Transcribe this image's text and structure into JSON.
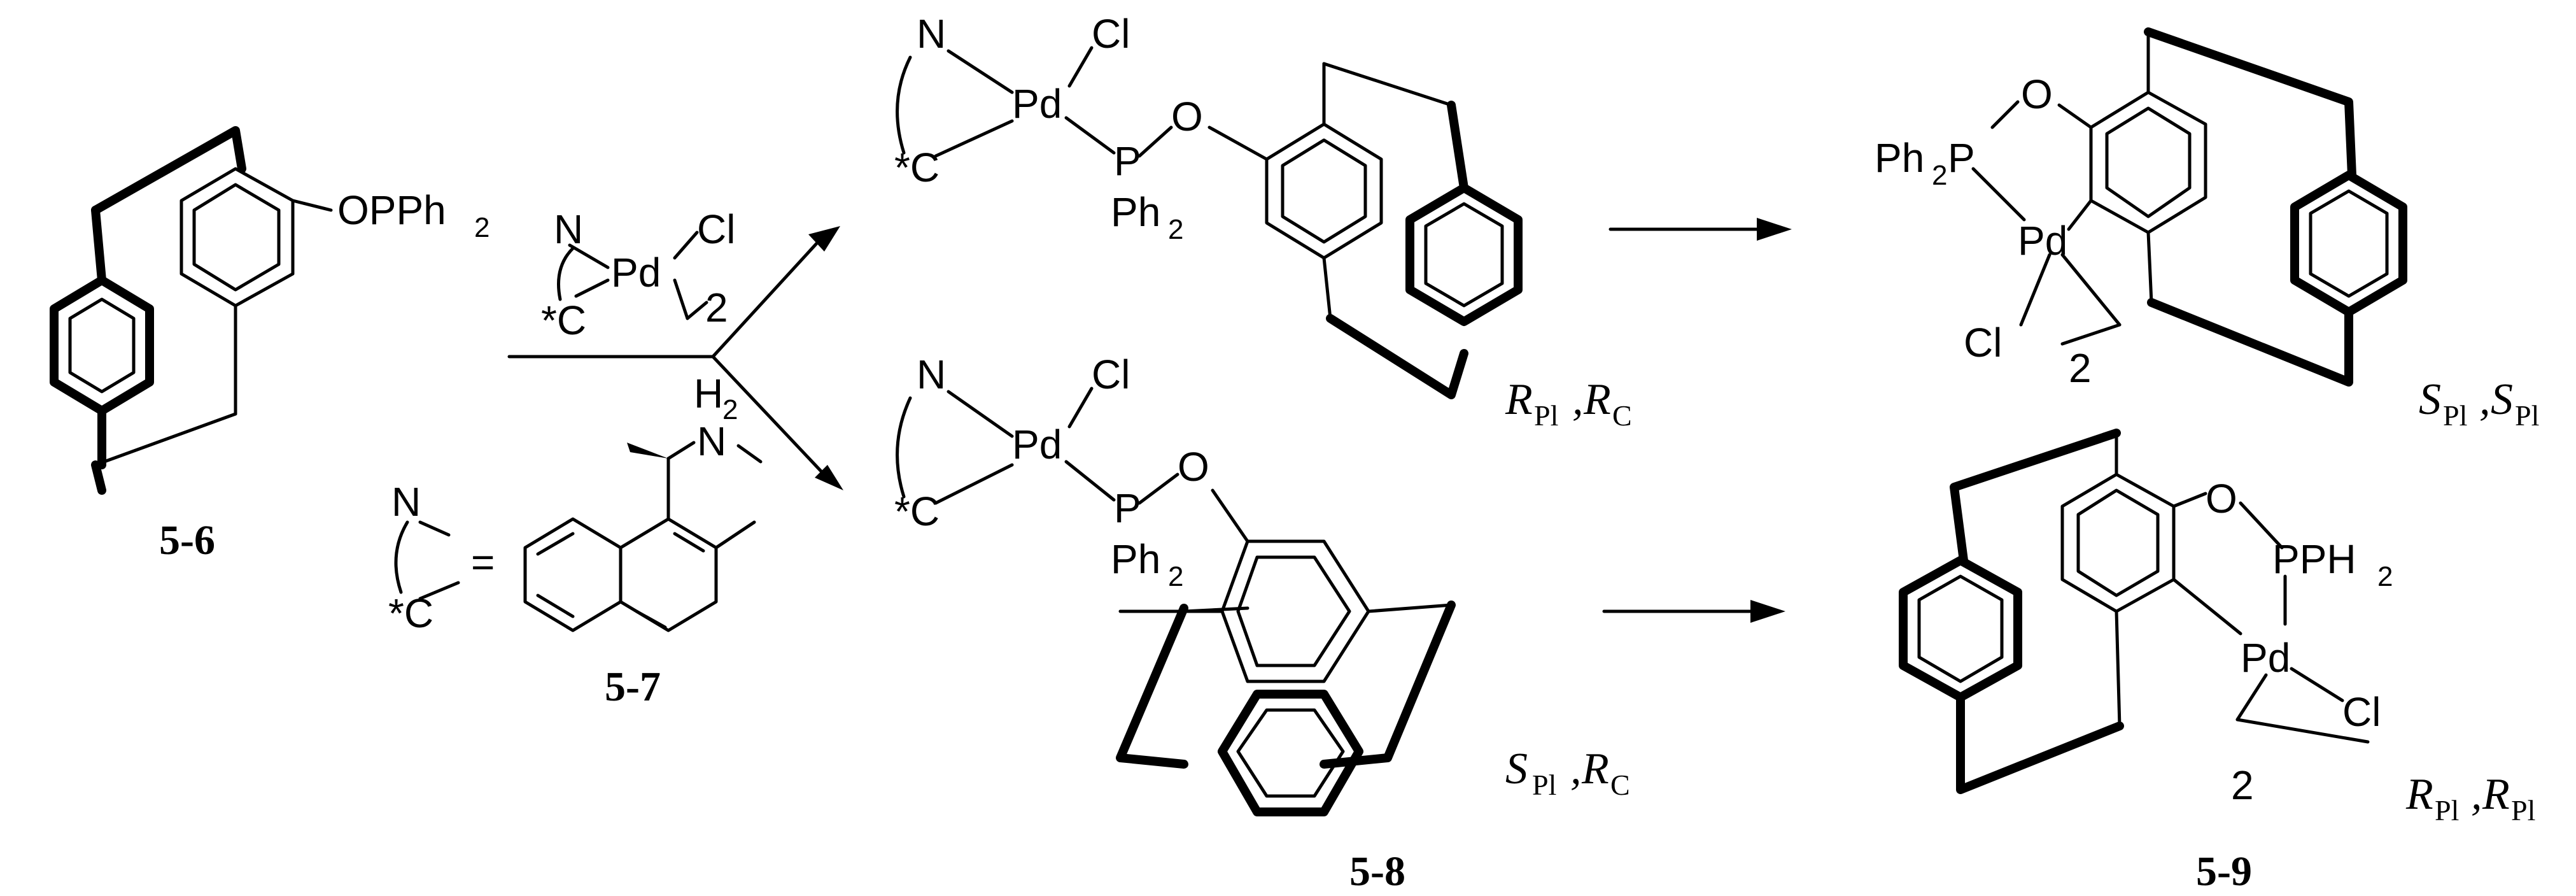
{
  "compounds": {
    "c56": {
      "number": "5-6",
      "substituent": "OPPh",
      "sub2": "2"
    },
    "c57": {
      "number": "5-7",
      "h": "H",
      "h2": "2",
      "n": "N"
    },
    "c58": {
      "number": "5-8"
    },
    "c59": {
      "number": "5-9"
    }
  },
  "reagent": {
    "n": "N",
    "pd": "Pd",
    "cl": "Cl",
    "two": "2",
    "c": "*C"
  },
  "legend": {
    "n": "N",
    "eq": "=",
    "c": "*C"
  },
  "top_complex": {
    "n": "N",
    "cl": "Cl",
    "pd": "Pd",
    "c": "*C",
    "p": "P",
    "o": "O",
    "ph": "Ph",
    "ph_sub": "2",
    "stereo": {
      "a": "R",
      "a_sub": "Pl",
      "b": "R",
      "b_sub": "C"
    }
  },
  "bottom_complex": {
    "n": "N",
    "cl": "Cl",
    "pd": "Pd",
    "c": "*C",
    "p": "P",
    "o": "O",
    "ph": "Ph",
    "ph_sub": "2",
    "stereo": {
      "a": "S",
      "a_sub": "Pl",
      "b": "R",
      "b_sub": "C"
    }
  },
  "top_product": {
    "ph": "Ph",
    "ph_sub": "2",
    "p": "P",
    "o": "O",
    "pd": "Pd",
    "cl": "Cl",
    "two": "2",
    "stereo": {
      "a": "S",
      "a_sub": "Pl",
      "b": "S",
      "b_sub": "Pl"
    }
  },
  "bottom_product": {
    "o": "O",
    "pph": "PPH",
    "pph_sub": "2",
    "pd": "Pd",
    "cl": "Cl",
    "two": "2",
    "stereo": {
      "a": "R",
      "a_sub": "Pl",
      "b": "R",
      "b_sub": "Pl"
    }
  }
}
